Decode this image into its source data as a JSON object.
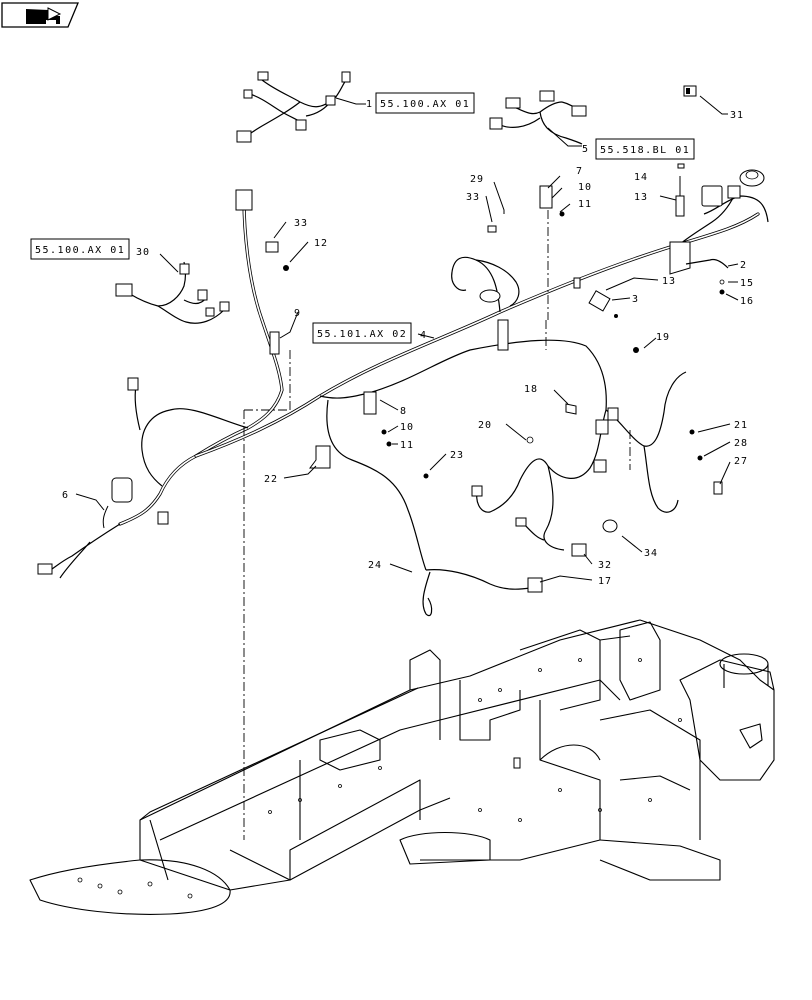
{
  "nav": {
    "icon": "next-page-icon"
  },
  "references": [
    {
      "id": "ref1",
      "text": "55.100.AX 01"
    },
    {
      "id": "ref2",
      "text": "55.518.BL 01"
    },
    {
      "id": "ref3",
      "text": "55.100.AX 01"
    },
    {
      "id": "ref4",
      "text": "55.101.AX 02"
    }
  ],
  "callouts": [
    "1",
    "5",
    "31",
    "29",
    "33",
    "7",
    "10",
    "11",
    "14",
    "13",
    "33",
    "12",
    "30",
    "2",
    "15",
    "13",
    "3",
    "16",
    "9",
    "4",
    "19",
    "18",
    "8",
    "10",
    "11",
    "21",
    "20",
    "28",
    "27",
    "22",
    "23",
    "6",
    "34",
    "32",
    "24",
    "17"
  ]
}
